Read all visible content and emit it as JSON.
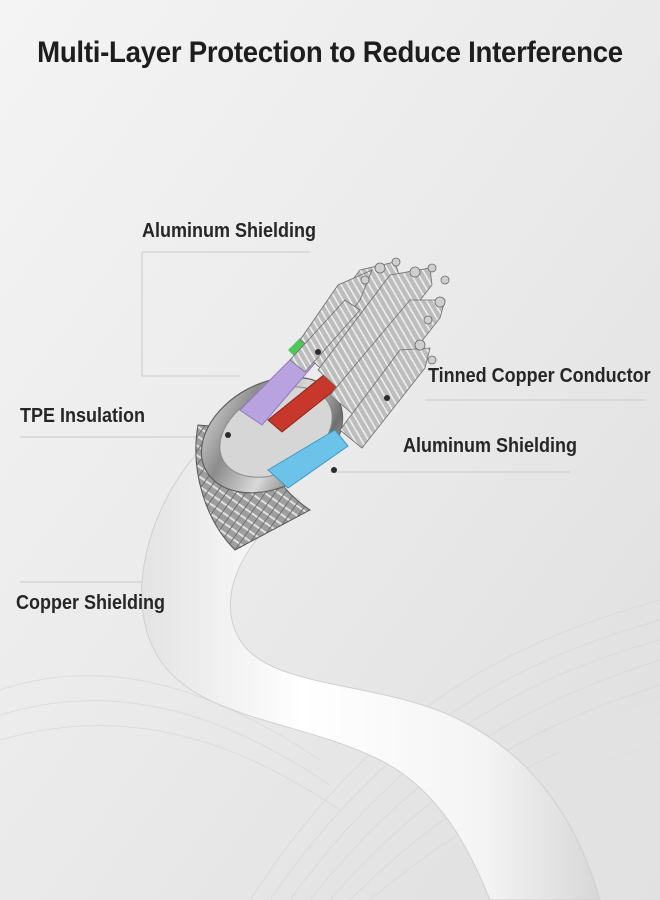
{
  "title": "Multi-Layer Protection to Reduce Interference",
  "labels": {
    "aluminum_shielding_top": "Aluminum Shielding",
    "tinned_copper_conductor": "Tinned Copper Conductor",
    "tpe_insulation": "TPE Insulation",
    "aluminum_shielding_right": "Aluminum Shielding",
    "copper_shielding": "Copper Shielding"
  },
  "colors": {
    "background": "#eeeeee",
    "cable_jacket": "#fafafa",
    "metal_ring": "#9a9a9a",
    "core_purple": "#b9a2e0",
    "core_red": "#c8372b",
    "core_blue": "#6cc3ea",
    "core_green": "#4fc75a",
    "text": "#262626"
  }
}
